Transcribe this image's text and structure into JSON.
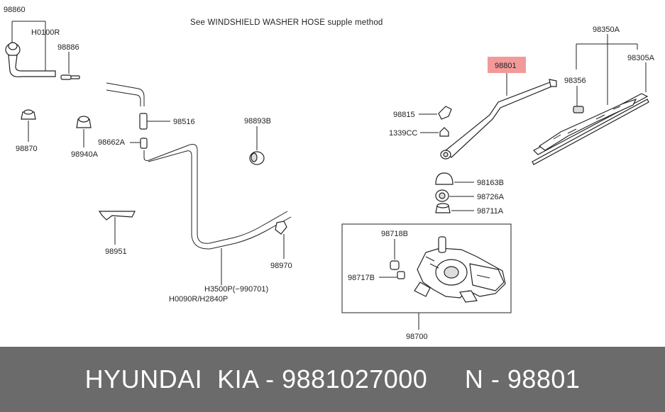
{
  "diagram": {
    "note": "See WINDSHIELD WASHER HOSE supple method",
    "labels": {
      "p98860": "98860",
      "h0100r": "H0100R",
      "p98886": "98886",
      "p98870": "98870",
      "p98940a": "98940A",
      "p98516": "98516",
      "p98662a": "98662A",
      "p98893b": "98893B",
      "p98951": "98951",
      "p98970": "98970",
      "h3500p": "H3500P(−990701)",
      "h0090r": "H0090R/H2840P",
      "p98801": "98801",
      "p98815": "98815",
      "p1339cc": "1339CC",
      "p98163b": "98163B",
      "p98726a": "98726A",
      "p98711a": "98711A",
      "p98718b": "98718B",
      "p98717b": "98717B",
      "p98700": "98700",
      "p98350a": "98350A",
      "p98356": "98356",
      "p98305a": "98305A"
    },
    "highlight_color": "#f29a9a"
  },
  "footer": {
    "text": "HYUNDAI  KIA - 9881027000     N - 98801"
  }
}
